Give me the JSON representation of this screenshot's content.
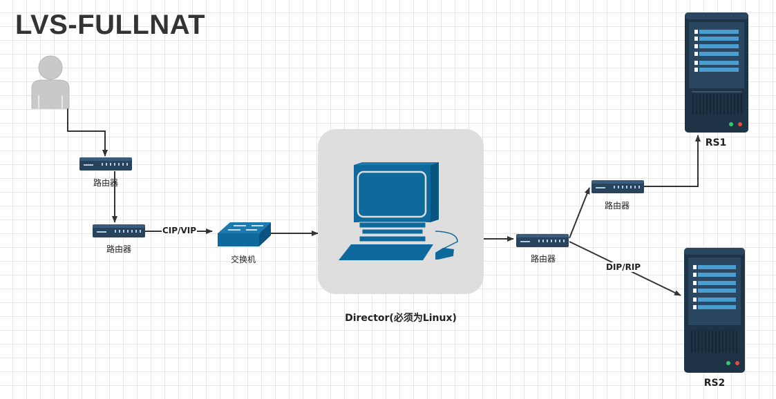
{
  "title": "LVS-FULLNAT",
  "nodes": {
    "router1": "路由器",
    "router2": "路由器",
    "switch": "交换机",
    "director": "Director(必须为Linux)",
    "router3": "路由器",
    "router4": "路由器",
    "rs1": "RS1",
    "rs2": "RS2"
  },
  "edge_labels": {
    "cip_vip": "CIP/VIP",
    "dip_rip": "DIP/RIP"
  },
  "colors": {
    "device_blue": "#0e6a9c",
    "router_dark": "#27435e",
    "server_dark": "#1f3347",
    "director_bg": "#dedede",
    "user_gray": "#c8c8c8",
    "edge": "#333333"
  }
}
